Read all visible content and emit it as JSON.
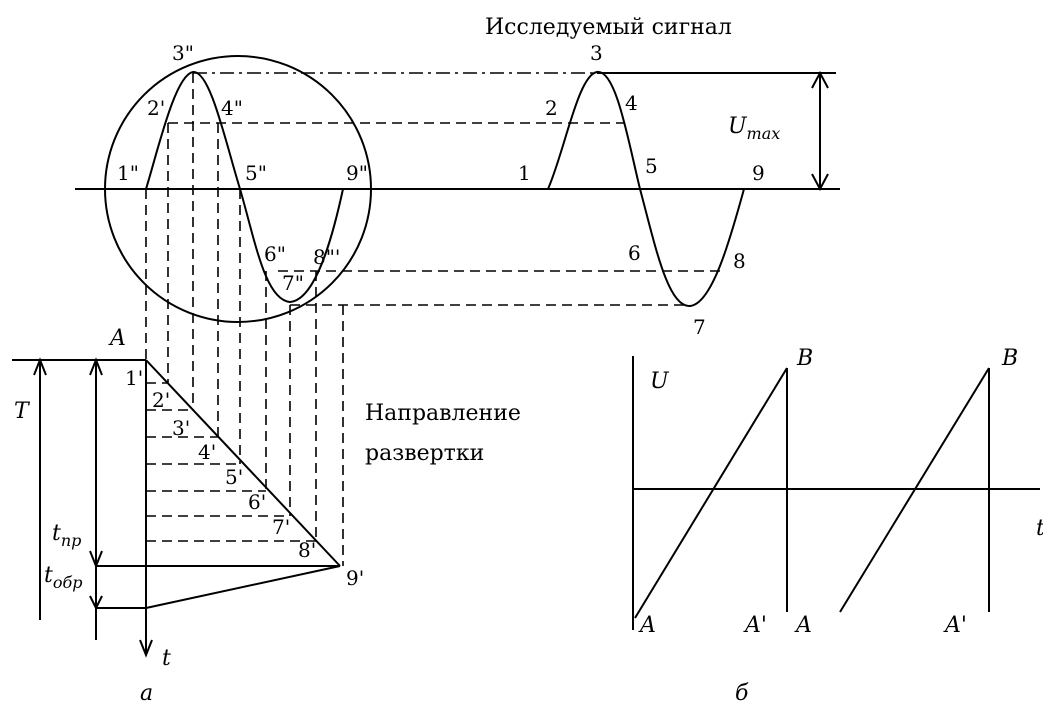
{
  "title": "Исследуемый сигнал",
  "scan_direction": {
    "line1": "Направление",
    "line2": "развертки"
  },
  "umax_label": "U",
  "umax_sub": "max",
  "signal_points": [
    "1",
    "2",
    "3",
    "4",
    "5",
    "6",
    "7",
    "8",
    "9"
  ],
  "screen_points": [
    "1\"",
    "2'",
    "3\"",
    "4\"",
    "5\"",
    "6\"",
    "7\"",
    "8\"'",
    "9\""
  ],
  "sweep_points": [
    "1'",
    "2'",
    "3'",
    "4'",
    "5'",
    "6'",
    "7'",
    "8'",
    "9'"
  ],
  "left_diagram": {
    "A": "A",
    "T": "T",
    "t_pr": "t",
    "t_pr_sub": "пр",
    "t_obr": "t",
    "t_obr_sub": "обр",
    "t_axis": "t",
    "caption": "а"
  },
  "right_diagram": {
    "U": "U",
    "B1": "B",
    "B2": "B",
    "A1": "A",
    "A1_prime": "A'",
    "A2": "A",
    "A2_prime": "A'",
    "t": "t",
    "caption": "б"
  }
}
